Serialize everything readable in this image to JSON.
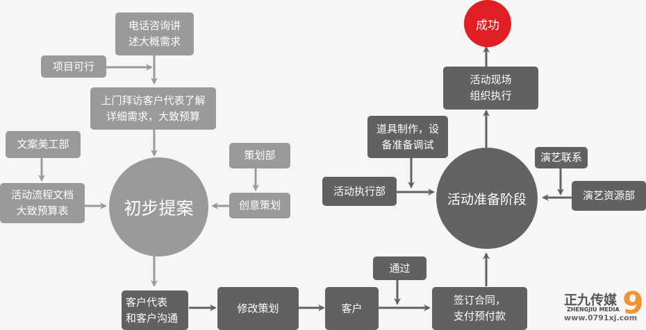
{
  "colors": {
    "background": "#f6f6f6",
    "light_node": "#9a9a9a",
    "dark_node": "#616161",
    "success": "#e01f25",
    "logo_accent": "#f08a1c"
  },
  "left_cluster": {
    "phone_consult": "电话咨询讲\n述大概需求",
    "project_feasible": "项目可行",
    "visit_client": "上门拜访客户代表了解\n详细需求，大致预算",
    "copywriting_dept": "文案美工部",
    "flow_docs": "活动流程文档\n大致预算表",
    "planning_dept": "策划部",
    "creative_planning": "创意策划",
    "hub": "初步提案"
  },
  "bottom_flow": {
    "client_rep_comm": "客户代表\n和客户沟通",
    "revise_plan": "修改策划",
    "client": "客户",
    "approved": "通过",
    "sign_contract": "签订合同，\n支付预付款"
  },
  "right_cluster": {
    "props_equipment": "道具制作，设\n备准备调试",
    "execution_dept": "活动执行部",
    "hub": "活动准备阶段",
    "talent_contact": "演艺联系",
    "talent_dept": "演艺资源部",
    "onsite_execution": "活动现场\n组织执行",
    "success": "成功"
  },
  "logo": {
    "name_cn": "正九传媒",
    "name_en": "ZHENGJIU MEDIA",
    "url": "www.0791xj.com",
    "mark": "9"
  }
}
